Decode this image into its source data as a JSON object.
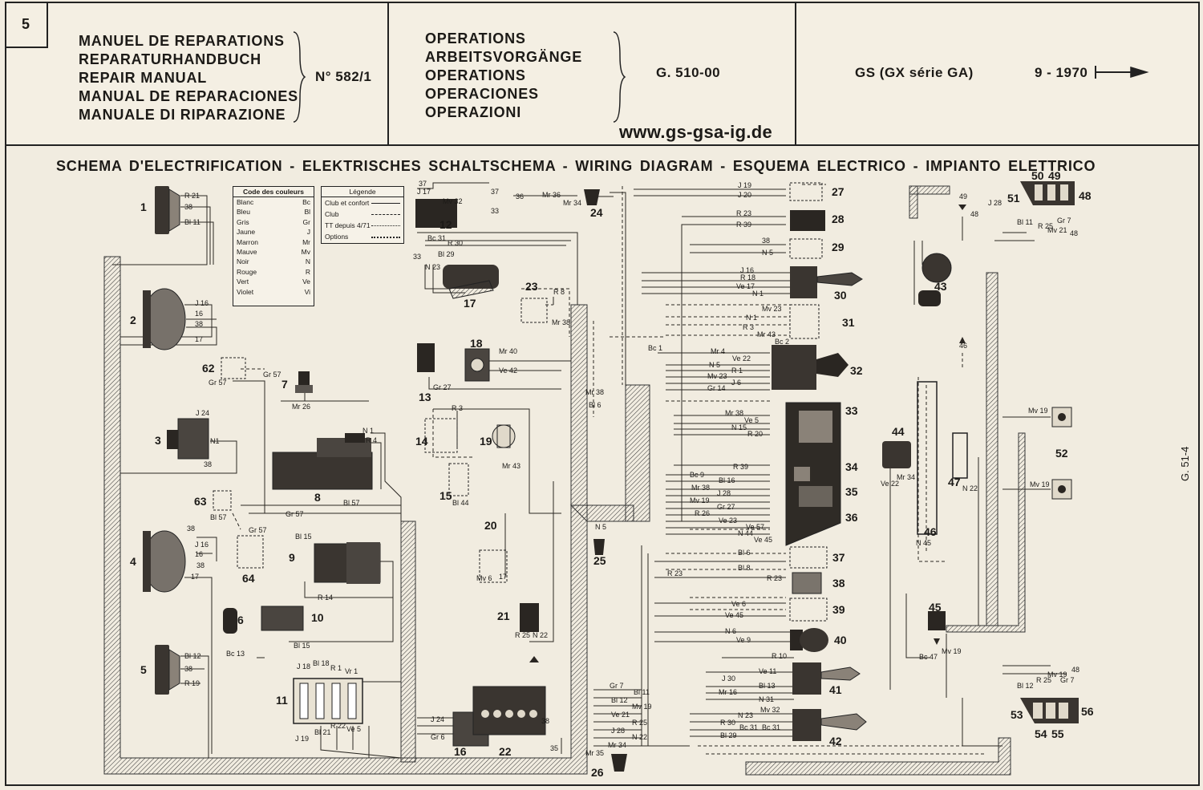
{
  "header": {
    "page_number": "5",
    "manual_titles": [
      "MANUEL DE REPARATIONS",
      "REPARATURHANDBUCH",
      "REPAIR MANUAL",
      "MANUAL DE REPARACIONES",
      "MANUALE DI RIPARAZIONE"
    ],
    "manual_number": "N° 582/1",
    "operation_titles": [
      "OPERATIONS",
      "ARBEITSVORGÄNGE",
      "OPERATIONS",
      "OPERACIONES",
      "OPERAZIONI"
    ],
    "operation_code": "G. 510-00",
    "model": "GS (GX série GA)",
    "date": "9 - 1970",
    "website": "www.gs-gsa-ig.de"
  },
  "diagram": {
    "title": "SCHEMA D'ELECTRIFICATION  -  ELEKTRISCHES SCHALTSCHEMA  -  WIRING DIAGRAM  -  ESQUEMA ELECTRICO  -  IMPIANTO ELETTRICO",
    "side_reference": "G. 51-4",
    "color_code": {
      "title": "Code des couleurs",
      "entries": [
        {
          "name": "Blanc",
          "code": "Bc"
        },
        {
          "name": "Bleu",
          "code": "Bl"
        },
        {
          "name": "Gris",
          "code": "Gr"
        },
        {
          "name": "Jaune",
          "code": "J"
        },
        {
          "name": "Marron",
          "code": "Mr"
        },
        {
          "name": "Mauve",
          "code": "Mv"
        },
        {
          "name": "Noir",
          "code": "N"
        },
        {
          "name": "Rouge",
          "code": "R"
        },
        {
          "name": "Vert",
          "code": "Ve"
        },
        {
          "name": "Violet",
          "code": "Vi"
        }
      ]
    },
    "legend": {
      "title": "Légende",
      "items": [
        "Club et confort",
        "Club",
        "TT depuis 4/71",
        "Options"
      ]
    },
    "components": [
      {
        "n": "1"
      },
      {
        "n": "2"
      },
      {
        "n": "3"
      },
      {
        "n": "4"
      },
      {
        "n": "5"
      },
      {
        "n": "6"
      },
      {
        "n": "7"
      },
      {
        "n": "8"
      },
      {
        "n": "9"
      },
      {
        "n": "10"
      },
      {
        "n": "11"
      },
      {
        "n": "12"
      },
      {
        "n": "13"
      },
      {
        "n": "14"
      },
      {
        "n": "15"
      },
      {
        "n": "16"
      },
      {
        "n": "17"
      },
      {
        "n": "18"
      },
      {
        "n": "19"
      },
      {
        "n": "20"
      },
      {
        "n": "21"
      },
      {
        "n": "22"
      },
      {
        "n": "23"
      },
      {
        "n": "24"
      },
      {
        "n": "25"
      },
      {
        "n": "26"
      },
      {
        "n": "27"
      },
      {
        "n": "28"
      },
      {
        "n": "29"
      },
      {
        "n": "30"
      },
      {
        "n": "31"
      },
      {
        "n": "32"
      },
      {
        "n": "33"
      },
      {
        "n": "34"
      },
      {
        "n": "35"
      },
      {
        "n": "36"
      },
      {
        "n": "37"
      },
      {
        "n": "38"
      },
      {
        "n": "39"
      },
      {
        "n": "40"
      },
      {
        "n": "41"
      },
      {
        "n": "42"
      },
      {
        "n": "43"
      },
      {
        "n": "44"
      },
      {
        "n": "45"
      },
      {
        "n": "46"
      },
      {
        "n": "47"
      },
      {
        "n": "48"
      },
      {
        "n": "49"
      },
      {
        "n": "50"
      },
      {
        "n": "51"
      },
      {
        "n": "52"
      },
      {
        "n": "53"
      },
      {
        "n": "54"
      },
      {
        "n": "55"
      },
      {
        "n": "56"
      },
      {
        "n": "62"
      },
      {
        "n": "63"
      },
      {
        "n": "64"
      }
    ],
    "wire_labels": {
      "c1": [
        "R 21",
        "38",
        "Bl 11"
      ],
      "c2": [
        "J 16",
        "16",
        "38",
        "17"
      ],
      "c3": [
        "J 24",
        "N1",
        "38"
      ],
      "c4": [
        "38",
        "J 16",
        "16",
        "38",
        "17"
      ],
      "c5": [
        "Bl 12",
        "38",
        "R 19"
      ],
      "c12": [
        "37",
        "J 17",
        "Mv 32",
        "33",
        "37",
        "36",
        "Mr 36",
        "Mr 34"
      ],
      "c17": [
        "Bc 31",
        "R 30",
        "N 23",
        "Bl 29",
        "33"
      ],
      "right_top": [
        "J 19",
        "J 20",
        "R 23",
        "R 39",
        "38",
        "N 5",
        "J 16",
        "R 18",
        "Ve 17",
        "N 1"
      ],
      "c31": [
        "Mv 23",
        "N 1",
        "R 3",
        "Mr 43",
        "Bc 2",
        "Bc 1"
      ],
      "c32": [
        "Mr 4",
        "Ve 22",
        "N 5",
        "R 1",
        "Mv 23",
        "J 6",
        "Gr 14"
      ],
      "c33": [
        "Mr 38",
        "Ve 5",
        "N 15",
        "R 20",
        "R 39"
      ],
      "c35": [
        "Bc 9",
        "Bl 16",
        "Mr 38",
        "J 28",
        "Mv 19",
        "Gr 27",
        "R 26",
        "Ve 23",
        "Ve 57",
        "N 44",
        "Ve 45"
      ],
      "c37": [
        "Bl 6",
        "Bl 8",
        "R 23",
        "R 23",
        "Ve 6",
        "Ve 45"
      ],
      "c40": [
        "N 6",
        "Ve 9",
        "R 10",
        "J 30"
      ],
      "c41": [
        "Ve 11",
        "Bl 13",
        "Mr 16",
        "N 31"
      ],
      "c42": [
        "Mv 32",
        "N 23",
        "R 30",
        "Bc 31",
        "Bl 29"
      ],
      "c26": [
        "Gr 7",
        "Bl 11",
        "Bl 12",
        "Mv 19",
        "Ve 21",
        "R 25",
        "J 28",
        "N 22",
        "Mr 34",
        "Mr 35"
      ],
      "right_side": [
        "J 28",
        "49",
        "48",
        "Bl 11",
        "R 25",
        "Gr 7",
        "Mv 21",
        "48",
        "Mv 19",
        "N 22",
        "Mr 34",
        "Ve 22",
        "N 45",
        "Bc 47",
        "Mv 19",
        "Mv 19",
        "Bl 12",
        "R 25",
        "Mv 19",
        "Gr 7",
        "48"
      ],
      "misc": [
        "Gr 57",
        "Gr 57",
        "Mr 26",
        "N 1",
        "R 4",
        "Bl 57",
        "Gr 57",
        "Bl 57",
        "Gr 57",
        "Bl 15",
        "R 14",
        "Bl 15",
        "Bc 13",
        "J 18",
        "Bl 18",
        "R 1",
        "Vr 1",
        "J 19",
        "Bl 21",
        "R 22",
        "Ve 5",
        "J 24",
        "Gr 6",
        "38",
        "35",
        "R 8",
        "Mr 38",
        "Mr 40",
        "Ve 42",
        "Gr 27",
        "R 3",
        "Bl 44",
        "Mr 43",
        "Mv 6",
        "17",
        "R 25",
        "N 22",
        "N 5",
        "Mr 38",
        "Bl 6",
        "46",
        "Bc 31"
      ]
    }
  }
}
